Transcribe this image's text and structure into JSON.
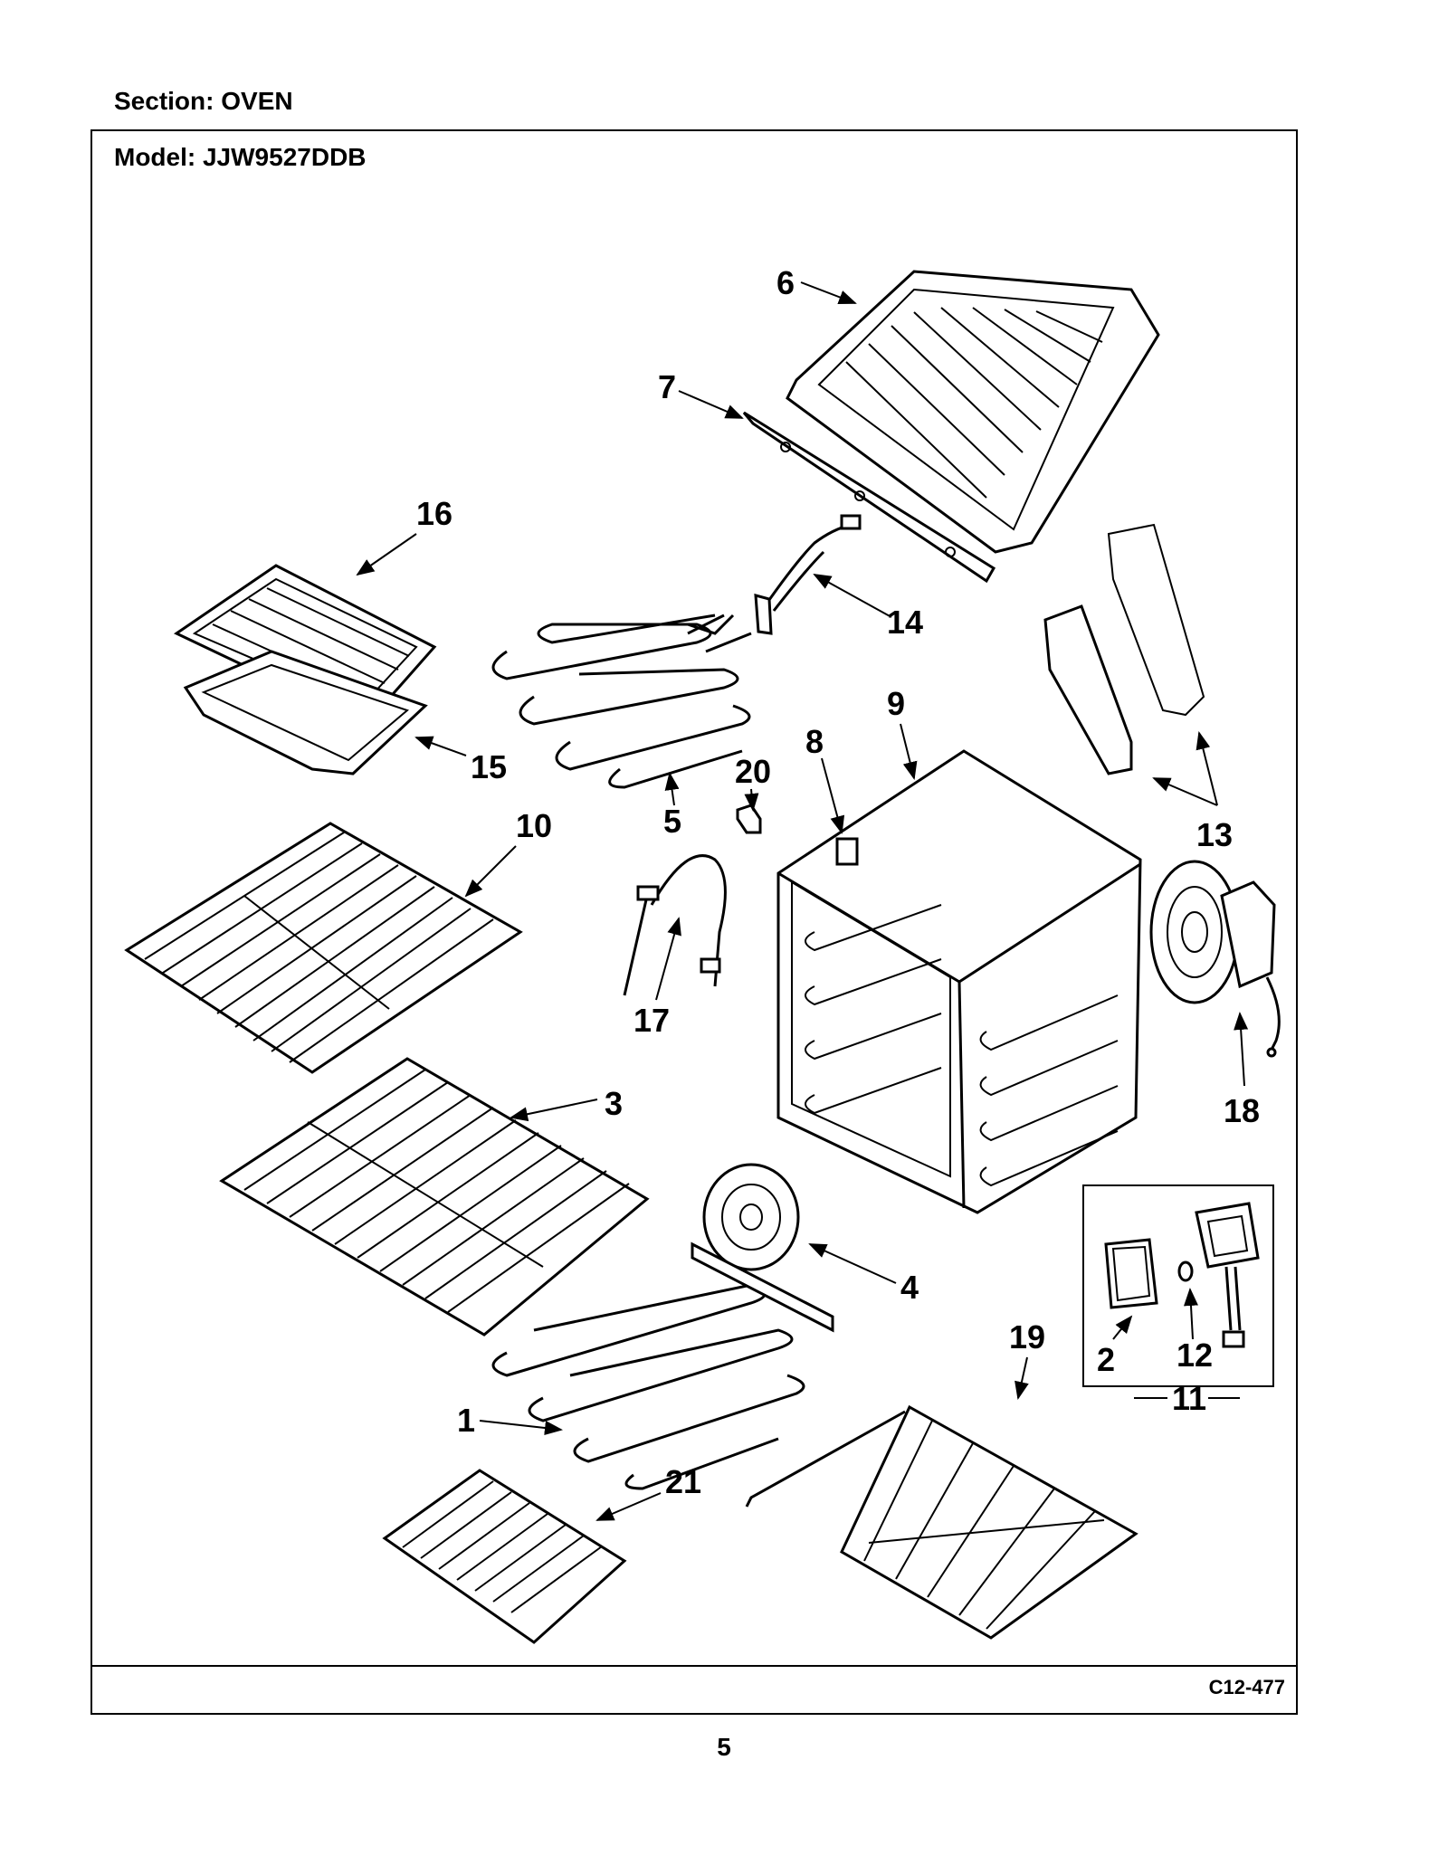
{
  "header": {
    "section": "Section:  OVEN",
    "model": "Model:  JJW9527DDB"
  },
  "footer": {
    "diagram_code": "C12-477",
    "page_number": "5"
  },
  "callouts": [
    "1",
    "2",
    "3",
    "4",
    "5",
    "6",
    "7",
    "8",
    "9",
    "10",
    "11",
    "12",
    "13",
    "14",
    "15",
    "16",
    "17",
    "18",
    "19",
    "20",
    "21"
  ]
}
